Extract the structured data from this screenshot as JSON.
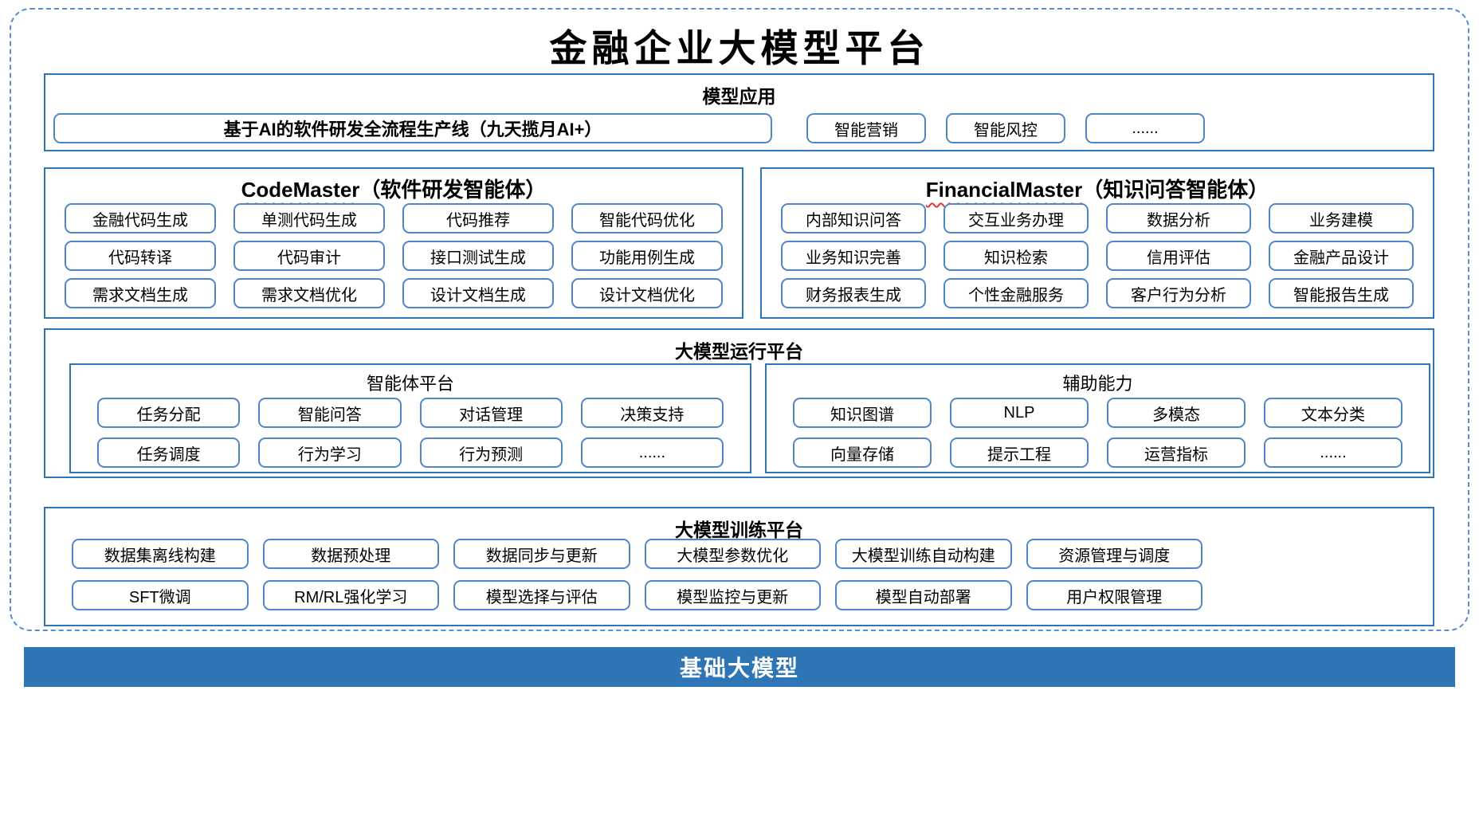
{
  "title": "金融企业大模型平台",
  "colors": {
    "section_border_blue": "#2e75b6",
    "item_border_blue": "#4f86c6",
    "dashed_border_blue": "#5b8bd0",
    "base_bar_bg": "#2e75b6",
    "spellcheck_underline_red": "#e0392f"
  },
  "sections": {
    "model_app": {
      "title": "模型应用",
      "wide_item": "基于AI的软件研发全流程生产线（九天揽月AI+）",
      "items": [
        "智能营销",
        "智能风控",
        "......"
      ]
    },
    "code_master": {
      "title_en": "CodeMaster",
      "title_suffix": "（软件研发智能体）",
      "items": [
        "金融代码生成",
        "单测代码生成",
        "代码推荐",
        "智能代码优化",
        "代码转译",
        "代码审计",
        "接口测试生成",
        "功能用例生成",
        "需求文档生成",
        "需求文档优化",
        "设计文档生成",
        "设计文档优化"
      ]
    },
    "financial_master": {
      "title_en": "FinancialMaster",
      "title_suffix": "（知识问答智能体）",
      "items": [
        "内部知识问答",
        "交互业务办理",
        "数据分析",
        "业务建模",
        "业务知识完善",
        "知识检索",
        "信用评估",
        "金融产品设计",
        "财务报表生成",
        "个性金融服务",
        "客户行为分析",
        "智能报告生成"
      ]
    },
    "run_platform": {
      "title": "大模型运行平台",
      "agent_platform": {
        "title": "智能体平台",
        "items": [
          "任务分配",
          "智能问答",
          "对话管理",
          "决策支持",
          "任务调度",
          "行为学习",
          "行为预测",
          "......"
        ]
      },
      "aux_ability": {
        "title": "辅助能力",
        "items": [
          "知识图谱",
          "NLP",
          "多模态",
          "文本分类",
          "向量存储",
          "提示工程",
          "运营指标",
          "......"
        ]
      }
    },
    "train_platform": {
      "title": "大模型训练平台",
      "items": [
        "数据集离线构建",
        "数据预处理",
        "数据同步与更新",
        "大模型参数优化",
        "大模型训练自动构建",
        "资源管理与调度",
        "SFT微调",
        "RM/RL强化学习",
        "模型选择与评估",
        "模型监控与更新",
        "模型自动部署",
        "用户权限管理"
      ]
    },
    "base_model": {
      "title": "基础大模型"
    }
  }
}
